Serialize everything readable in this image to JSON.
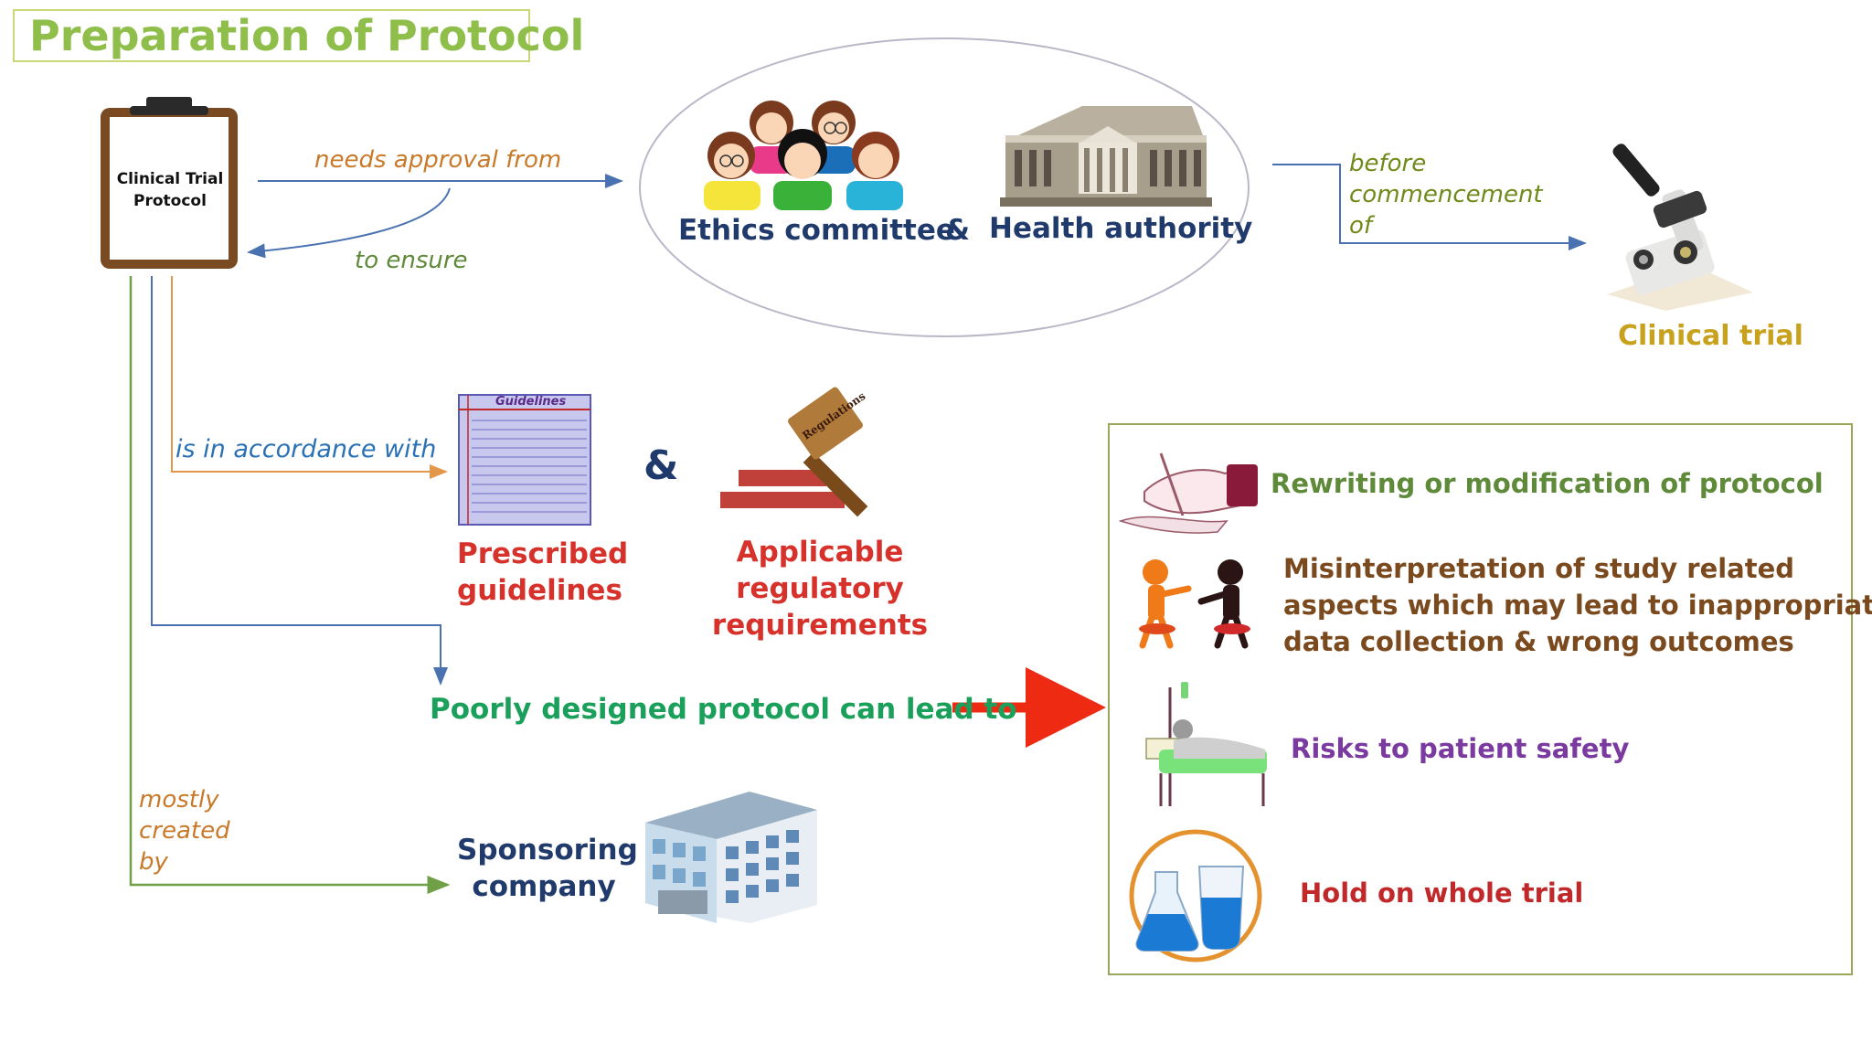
{
  "title": "Preparation of Protocol",
  "clipboard": {
    "line1": "Clinical Trial",
    "line2": "Protocol"
  },
  "arrows": {
    "needs_approval": "needs approval from",
    "to_ensure": "to ensure",
    "before_commencement": [
      "before",
      "commencement",
      "of"
    ],
    "accordance": "is in accordance with",
    "mostly_created": [
      "mostly",
      "created",
      "by"
    ]
  },
  "approval": {
    "ethics": "Ethics committee",
    "amp": "&",
    "health": "Health authority"
  },
  "clinical_trial": "Clinical trial",
  "guidelines_doc_label": "Guidelines",
  "gavel_label": "Regulations",
  "prescribed": [
    "Prescribed",
    "guidelines"
  ],
  "and_symbol": "&",
  "regulatory": [
    "Applicable regulatory",
    "requirements"
  ],
  "poorly": "Poorly designed protocol can lead to",
  "sponsor": [
    "Sponsoring",
    "company"
  ],
  "consequences": [
    {
      "lines": [
        "Rewriting or modification of protocol"
      ]
    },
    {
      "lines": [
        "Misinterpretation of study related",
        "aspects which may lead to inappropriate",
        "data collection & wrong outcomes"
      ]
    },
    {
      "lines": [
        "Risks to patient safety"
      ]
    },
    {
      "lines": [
        "Hold on whole trial"
      ]
    }
  ],
  "colors": {
    "title": "#8fbf4a",
    "italic_orange": "#c8792a",
    "italic_green": "#5f8a3a",
    "italic_blue": "#2a72b5",
    "navy": "#1f3a6b",
    "gold": "#c8a21e",
    "red": "#d6312a",
    "green": "#1aa05a",
    "purple": "#7a3aa0",
    "dark_red": "#c0282a"
  }
}
